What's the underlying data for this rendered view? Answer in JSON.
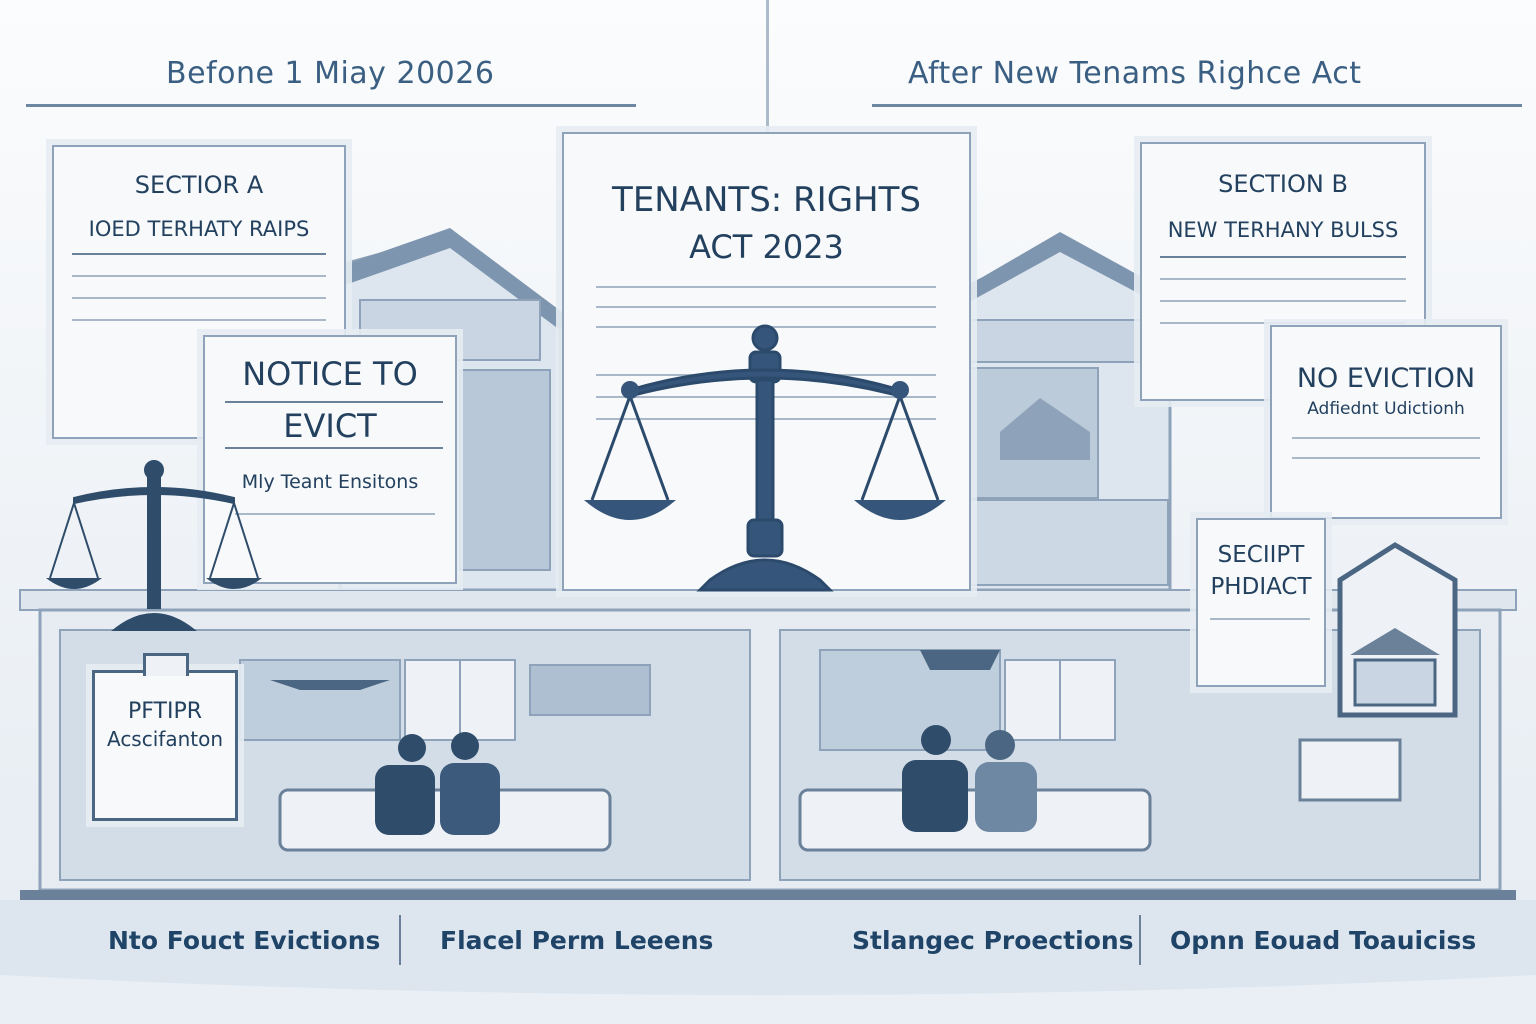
{
  "headings": {
    "before": "Befone 1 Miay 20026",
    "after": "After New Tenams Righce Act"
  },
  "panels": {
    "section_a": {
      "title": "SECTIOR A",
      "subtitle": "IOED TERHATY RAIPS"
    },
    "notice": {
      "title_line1": "NOTICE TO",
      "title_line2": "EVICT",
      "caption": "Mly Teant Ensitons"
    },
    "center": {
      "title_line1": "TENANTS: RIGHTS",
      "title_line2": "ACT 2023"
    },
    "section_b": {
      "title": "SECTION B",
      "subtitle": "NEW TERHANY BULSS"
    },
    "no_eviction": {
      "title": "NO EVICTION",
      "subtitle": "Adfiednt Udictionh"
    },
    "secipt": {
      "line1": "SECIIPT",
      "line2": "PHDIACT"
    },
    "pftipr": {
      "line1": "PFTIPR",
      "line2": "Acscifanton"
    }
  },
  "bottom_labels": [
    "Nto Fouct Evictions",
    "Flacel Perm Leeens",
    "Stlangec Proections",
    "Opnn Eouad Toauiciss"
  ],
  "colors": {
    "primary": "#23415f",
    "accent": "#3b5f82",
    "line": "#8ea3ba"
  }
}
